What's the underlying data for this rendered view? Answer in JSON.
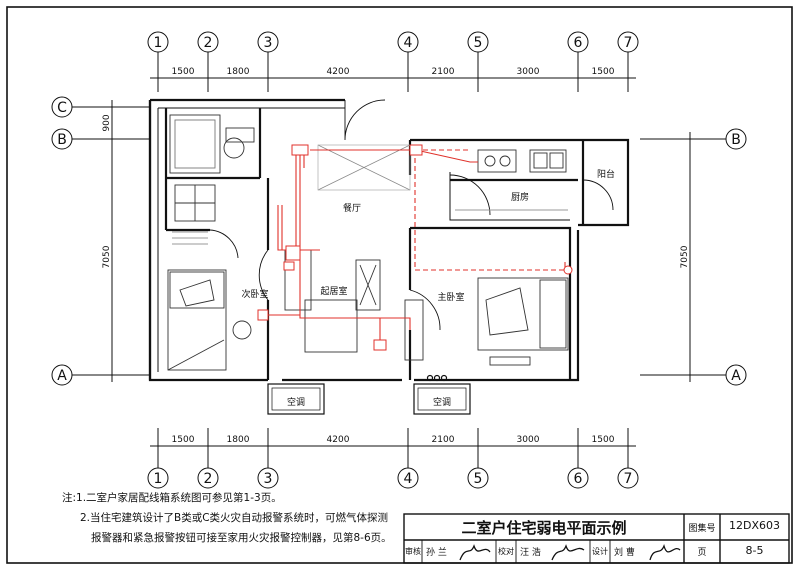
{
  "axes_top": [
    "1",
    "2",
    "3",
    "4",
    "5",
    "6",
    "7"
  ],
  "axes_side": [
    "C",
    "B",
    "A"
  ],
  "dims_h": [
    "1500",
    "1800",
    "4200",
    "2100",
    "3000",
    "1500"
  ],
  "dim_left_top": "900",
  "dim_left_total": "7050",
  "dim_right_total": "7050",
  "rooms": {
    "dining": "餐厅",
    "kitchen": "厨房",
    "balcony": "阳台",
    "living": "起居室",
    "master": "主卧室",
    "second": "次卧室",
    "ac1": "空调",
    "ac2": "空调"
  },
  "notes": [
    "注:1.二室户家居配线箱系统图可参见第1-3页。",
    "2.当住宅建筑设计了B类或C类火灾自动报警系统时，可燃气体探测",
    "报警器和紧急报警按钮可接至家用火灾报警控制器，见第8-6页。"
  ],
  "title_block": {
    "title": "二室户住宅弱电平面示例",
    "atlas_label": "图集号",
    "atlas_no": "12DX603",
    "review_label": "审核",
    "reviewer": "孙 兰",
    "check_label": "校对",
    "checker": "汪 浩",
    "design_label": "设计",
    "designer": "刘 曹",
    "page_label": "页",
    "page_no": "8-5"
  },
  "colors": {
    "ink": "#111111",
    "signal": "#e0322b"
  }
}
